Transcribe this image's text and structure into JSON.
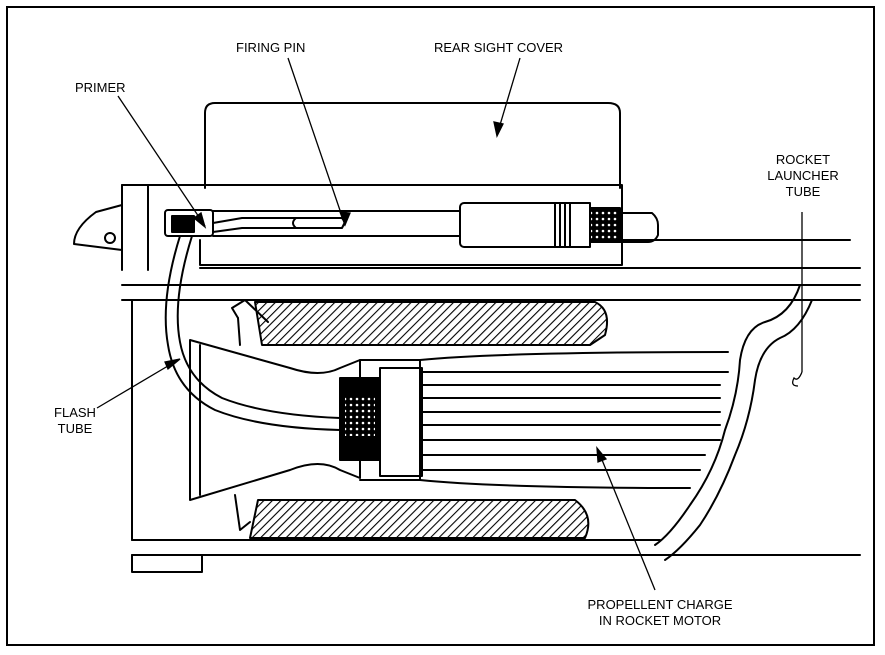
{
  "labels": {
    "firing_pin": "FIRING PIN",
    "rear_sight_cover": "REAR SIGHT COVER",
    "primer": "PRIMER",
    "rocket_launcher_tube_1": "ROCKET",
    "rocket_launcher_tube_2": "LAUNCHER",
    "rocket_launcher_tube_3": "TUBE",
    "flash_tube_1": "FLASH",
    "flash_tube_2": "TUBE",
    "propellent_charge_1": "PROPELLENT CHARGE",
    "propellent_charge_2": "IN ROCKET MOTOR"
  }
}
